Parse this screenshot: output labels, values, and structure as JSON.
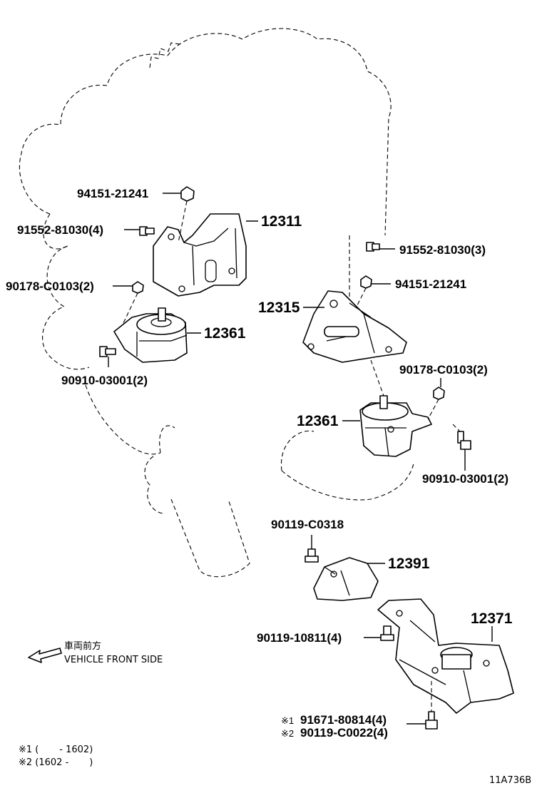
{
  "callouts": {
    "p1": "94151-21241",
    "p2": "91552-81030(4)",
    "p3": "12311",
    "p4": "90178-C0103(2)",
    "p5": "12361",
    "p6": "90910-03001(2)",
    "p7": "91552-81030(3)",
    "p8": "94151-21241",
    "p9": "12315",
    "p10": "90178-C0103(2)",
    "p11": "12361",
    "p12": "90910-03001(2)",
    "p13": "90119-C0318",
    "p14": "12391",
    "p15": "12371",
    "p16": "90119-10811(4)",
    "p17_mark": "※1",
    "p17": "91671-80814(4)",
    "p18_mark": "※2",
    "p18": "90119-C0022(4)"
  },
  "direction": {
    "japanese": "車両前方",
    "english": "VEHICLE FRONT SIDE"
  },
  "notes": {
    "n1": "※1 (       - 1602)",
    "n2": "※2 (1602 -       )"
  },
  "diagram_code": "11A736B"
}
